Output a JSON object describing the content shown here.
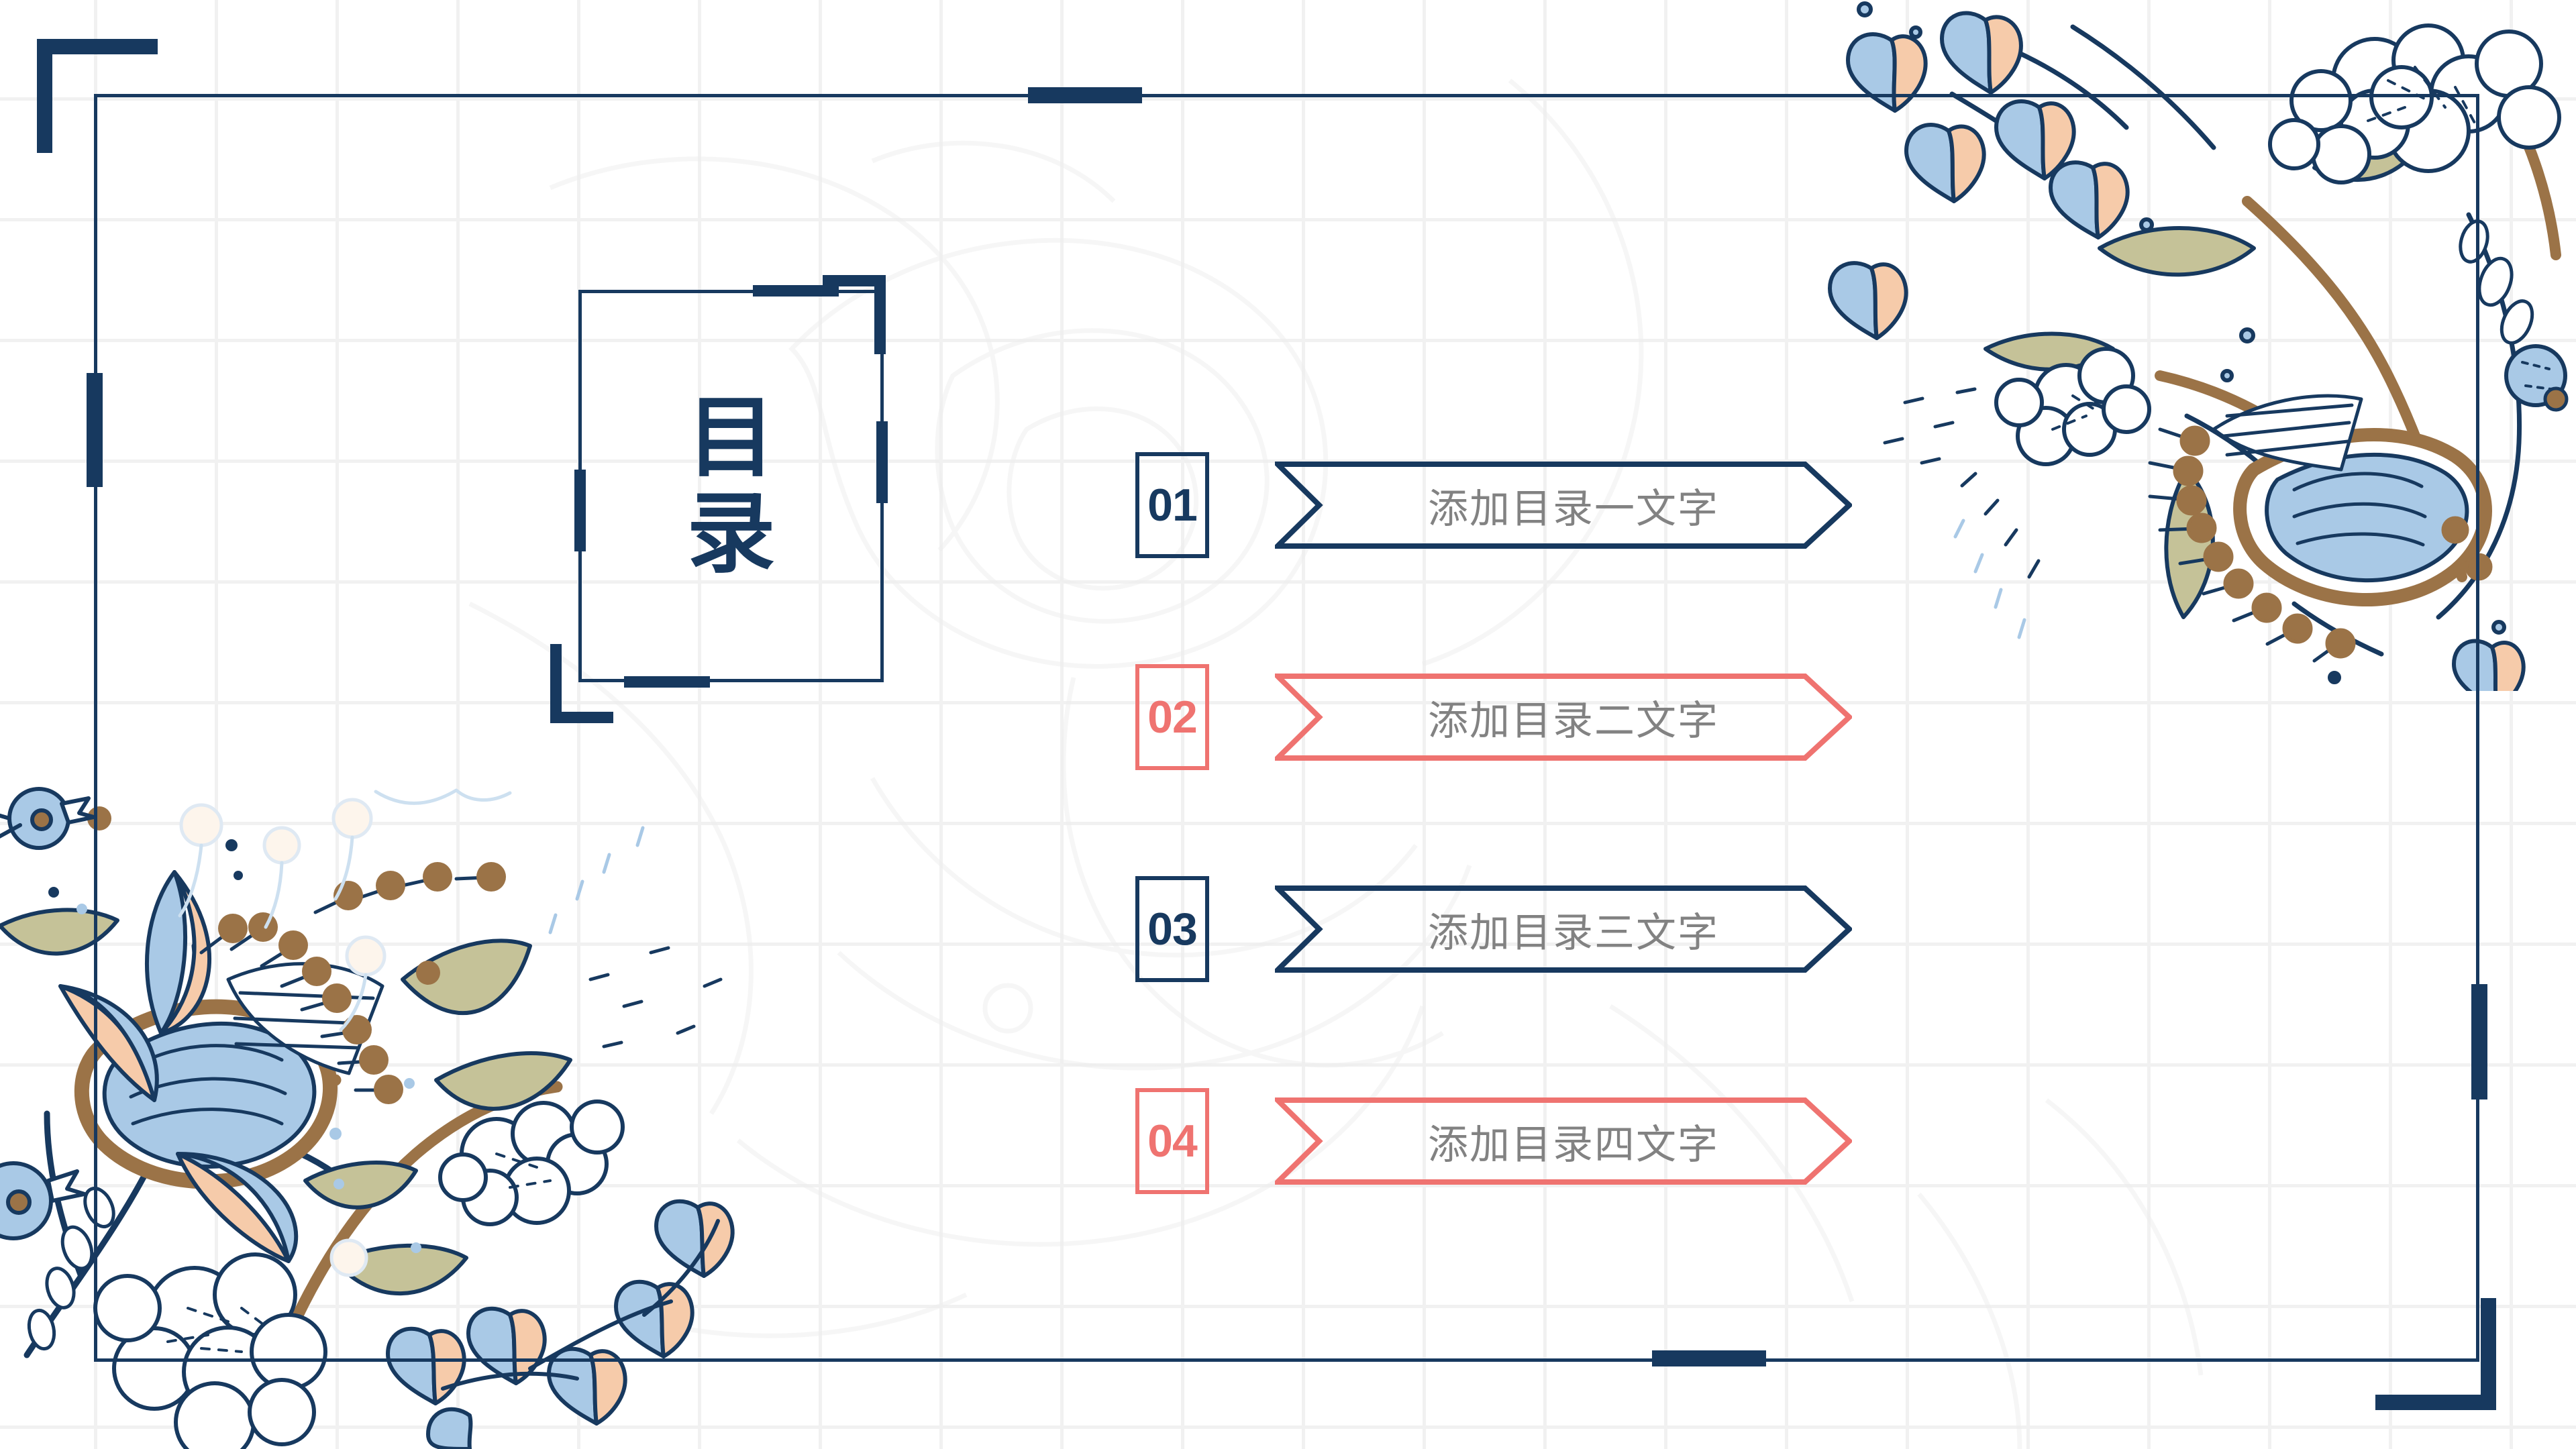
{
  "slide": {
    "title_cjk": [
      "目",
      "录"
    ],
    "title_full": "目录",
    "colors": {
      "navy": "#17395F",
      "coral": "#EF7370",
      "text_gray": "#828282",
      "grid_line": "#F1F1F1",
      "petal_blue": "#A9C9E6",
      "petal_peach": "#F6CBAA",
      "leaf_sage": "#C5C298",
      "stem_brown": "#9B7347"
    }
  },
  "toc": {
    "items": [
      {
        "number": "01",
        "label": "添加目录一文字",
        "accent": "#17395F"
      },
      {
        "number": "02",
        "label": "添加目录二文字",
        "accent": "#EF7370"
      },
      {
        "number": "03",
        "label": "添加目录三文字",
        "accent": "#17395F"
      },
      {
        "number": "04",
        "label": "添加目录四文字",
        "accent": "#EF7370"
      }
    ]
  }
}
